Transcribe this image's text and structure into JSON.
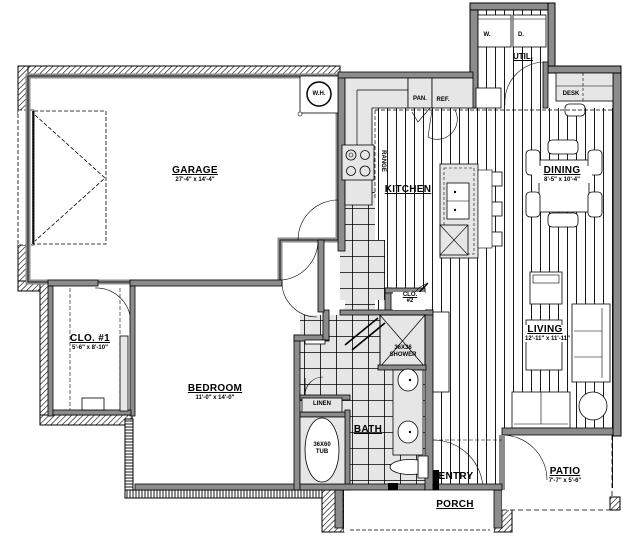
{
  "plan": {
    "rooms": [
      {
        "id": "garage",
        "name": "GARAGE",
        "dims": "27'-4\" x 14'-4\""
      },
      {
        "id": "kitchen",
        "name": "KITCHEN",
        "dims": ""
      },
      {
        "id": "dining",
        "name": "DINING",
        "dims": "8'-5\" x 10'-4\""
      },
      {
        "id": "living",
        "name": "LIVING",
        "dims": "12'-11\" x 11'-11\""
      },
      {
        "id": "bedroom",
        "name": "BEDROOM",
        "dims": "11'-0\" x 14'-0\""
      },
      {
        "id": "clo1",
        "name": "CLO. #1",
        "dims": "5'-6\" x 8'-10\""
      },
      {
        "id": "clo2",
        "name": "CLO.",
        "dims": "#2"
      },
      {
        "id": "bath",
        "name": "BATH",
        "dims": ""
      },
      {
        "id": "entry",
        "name": "ENTRY",
        "dims": ""
      },
      {
        "id": "porch",
        "name": "PORCH",
        "dims": ""
      },
      {
        "id": "patio",
        "name": "PATIO",
        "dims": "7'-7\" x 5'-6\""
      },
      {
        "id": "util",
        "name": "UTIL.",
        "dims": ""
      }
    ],
    "fixtures": {
      "water_heater": "W.H.",
      "pantry": "PAN.",
      "refrigerator": "REF.",
      "range": "RANGE",
      "washer": "W.",
      "dryer": "D.",
      "desk": "DESK",
      "linen": "LINEN",
      "shower": "36X36 SHOWER",
      "tub": "36X60 TUB"
    },
    "colors": {
      "wall": "#8c8c8c",
      "wall_outline": "#000000",
      "floor_tile": "#e6e6e6",
      "line": "#000000"
    }
  }
}
